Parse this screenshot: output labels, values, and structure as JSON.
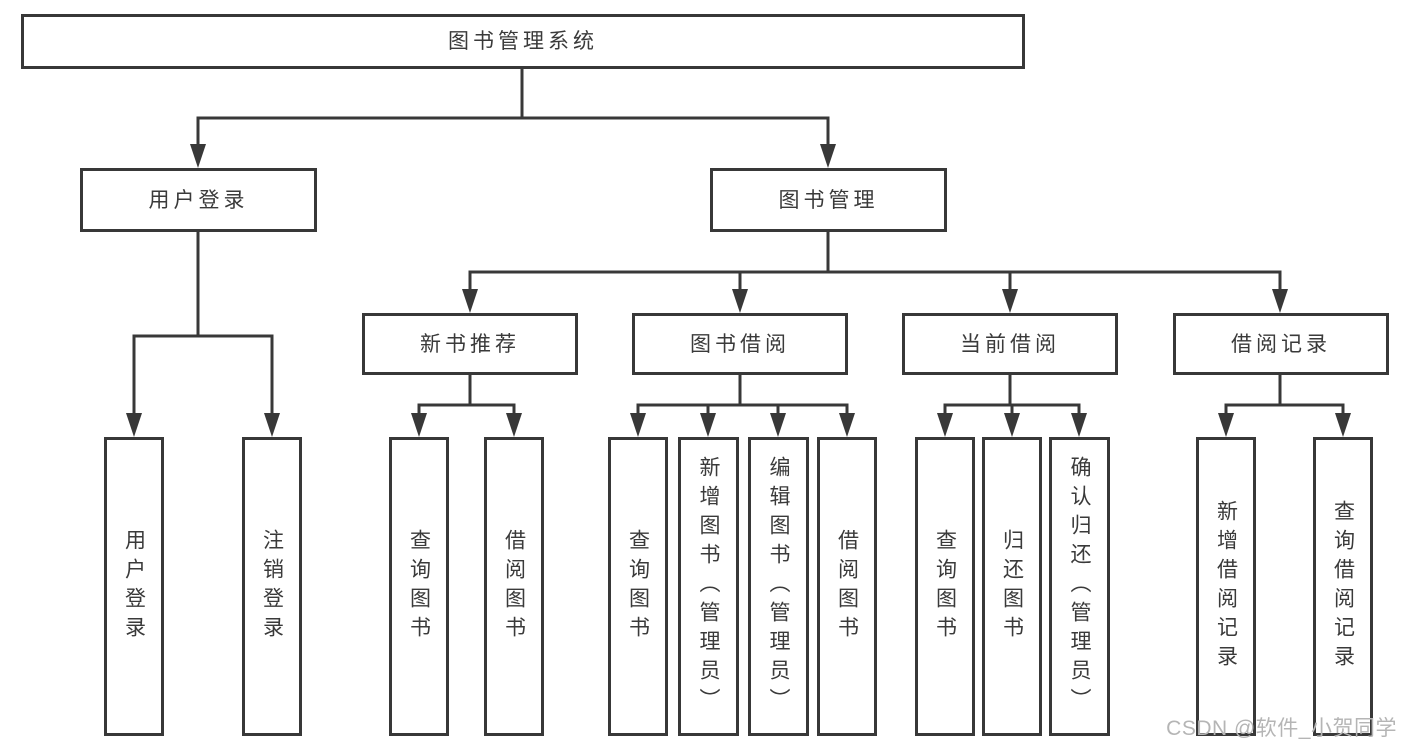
{
  "styles": {
    "line_color": "#383838",
    "box_border_color": "#383838",
    "text_color": "#3a3a3a",
    "background": "#ffffff",
    "watermark_color": "#b5b5b5"
  },
  "tree": {
    "label": "图书管理系统",
    "children": [
      {
        "label": "用户登录",
        "children": [
          {
            "label": "用户登录"
          },
          {
            "label": "注销登录"
          }
        ]
      },
      {
        "label": "图书管理",
        "children": [
          {
            "label": "新书推荐",
            "children": [
              {
                "label": "查询图书"
              },
              {
                "label": "借阅图书"
              }
            ]
          },
          {
            "label": "图书借阅",
            "children": [
              {
                "label": "查询图书"
              },
              {
                "label": "新增图书（管理员）"
              },
              {
                "label": "编辑图书（管理员）"
              },
              {
                "label": "借阅图书"
              }
            ]
          },
          {
            "label": "当前借阅",
            "children": [
              {
                "label": "查询图书"
              },
              {
                "label": "归还图书"
              },
              {
                "label": "确认归还（管理员）"
              }
            ]
          },
          {
            "label": "借阅记录",
            "children": [
              {
                "label": "新增借阅记录"
              },
              {
                "label": "查询借阅记录"
              }
            ]
          }
        ]
      }
    ]
  },
  "watermark": {
    "text": "CSDN @软件_小贺同学"
  }
}
